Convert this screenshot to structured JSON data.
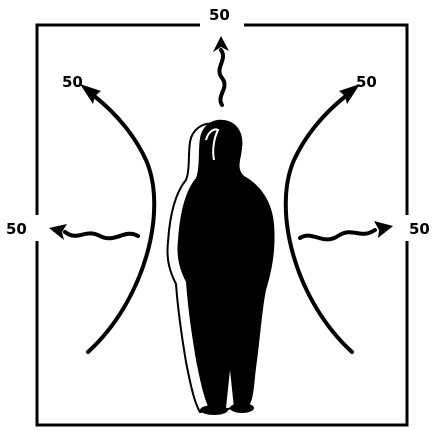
{
  "diagram": {
    "labels": {
      "top": "50",
      "upper_left": "50",
      "upper_right": "50",
      "left": "50",
      "right": "50"
    },
    "colors": {
      "ink": "#000000",
      "paper": "#ffffff"
    },
    "figure": "silhouette-of-person"
  }
}
